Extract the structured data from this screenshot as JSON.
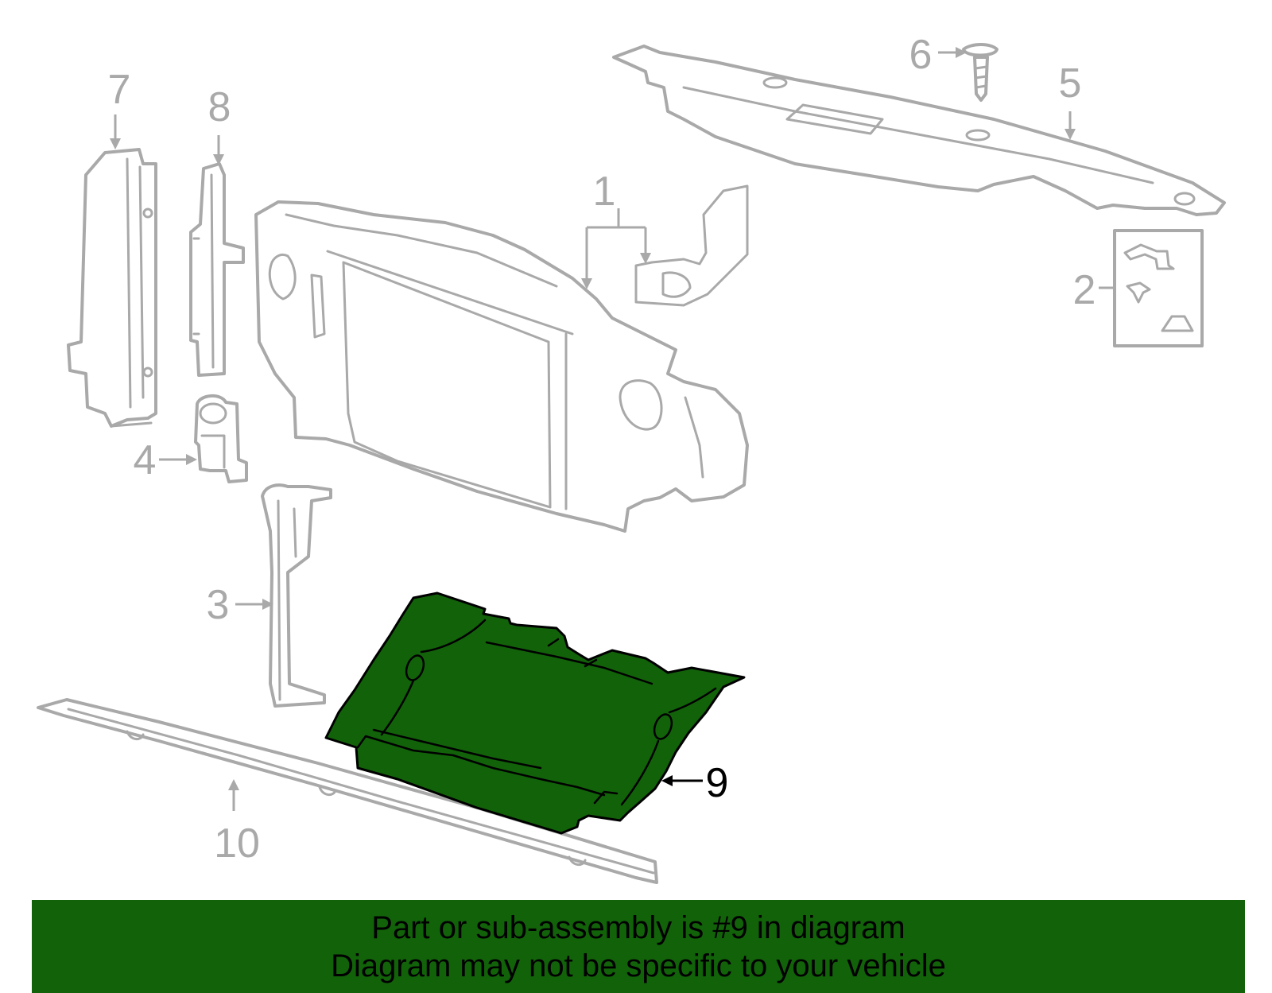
{
  "colors": {
    "highlight_fill": "#12620a",
    "banner_background": "#12620a",
    "part_outline": "#a9a9a9",
    "callout_text": "#a9a9a9",
    "highlight_callout_text": "#000000",
    "banner_text": "#000000"
  },
  "callouts": {
    "c1": "1",
    "c2": "2",
    "c3": "3",
    "c4": "4",
    "c5": "5",
    "c6": "6",
    "c7": "7",
    "c8": "8",
    "c9": "9",
    "c10": "10"
  },
  "highlighted_callout": "9",
  "banner": {
    "line1": "Part or sub-assembly is #9 in diagram",
    "line2": "Diagram may not be specific to your vehicle"
  }
}
